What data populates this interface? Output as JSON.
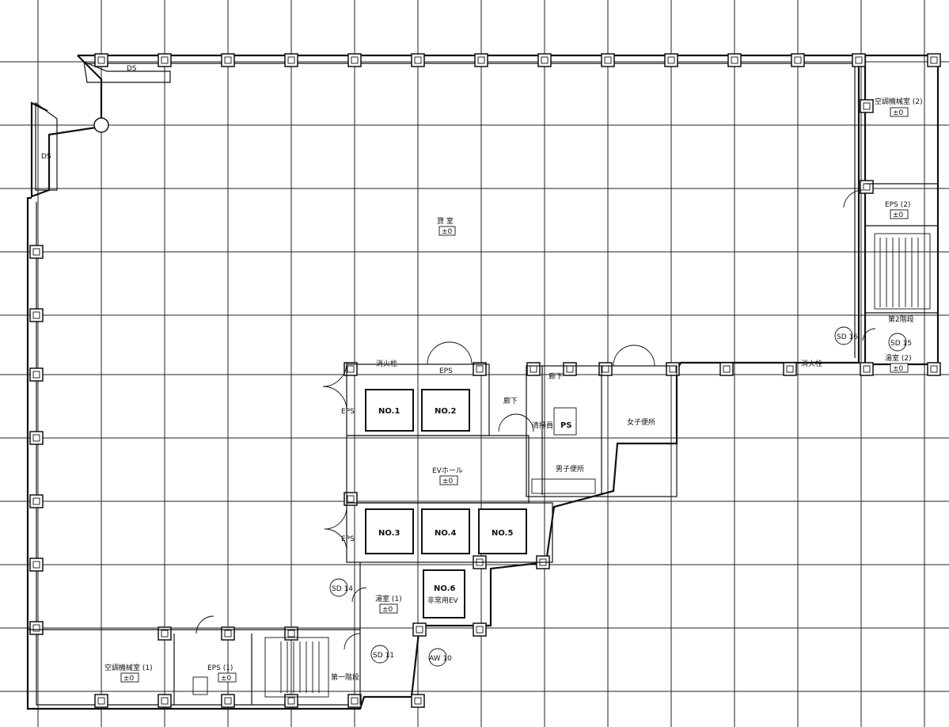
{
  "labels": {
    "ds_top": "DS",
    "ds_left": "DS",
    "office": "貸 室",
    "office_level": "±0",
    "ac_room_2": "空調機械室 (2)",
    "ac_room_2_level": "±0",
    "eps_2": "EPS (2)",
    "eps_2_level": "±0",
    "stair_2_label": "第2階段",
    "sd_16": "SD 16",
    "sd_15": "SD 15",
    "ws_2": "湯室 (2)",
    "ws_2_level": "±0",
    "ext_tag_right": "消火栓",
    "ext_tag_left": "消火栓",
    "eps_top": "EPS",
    "eps_left_upper": "EPS",
    "eps_left_lower": "EPS",
    "no1": "NO.1",
    "no2": "NO.2",
    "no3": "NO.3",
    "no4": "NO.4",
    "no5": "NO.5",
    "no6": "NO.6",
    "no6_sub": "非常用EV",
    "corridor_1": "廊下",
    "corridor_2": "廊下",
    "janitor": "清掃員",
    "ps": "PS",
    "womens_wc": "女子便所",
    "mens_wc": "男子便所",
    "ev_hall": "EVホール",
    "ev_hall_level": "±0",
    "sd_14": "SD 14",
    "ws_1": "湯室 (1)",
    "ws_1_level": "±0",
    "ac_room_1": "空調機械室 (1)",
    "ac_room_1_level": "±0",
    "eps_1": "EPS (1)",
    "eps_1_level": "±0",
    "stair_1_label": "第一階段",
    "sd_11": "SD 11",
    "aw_10": "AW 10"
  },
  "colors": {
    "line": "#111111",
    "paper": "#ffffff"
  }
}
